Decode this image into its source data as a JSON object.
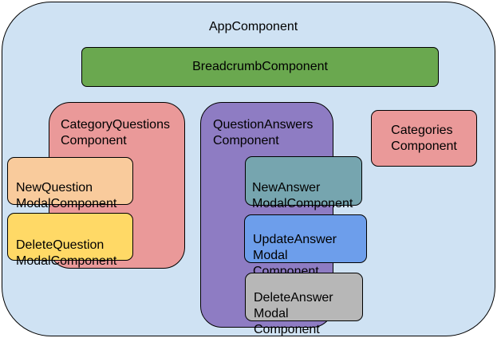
{
  "nodes": {
    "app": {
      "label": "AppComponent",
      "color": "#cfe2f3"
    },
    "breadcrumb": {
      "label": "BreadcrumbComponent",
      "color": "#6aa84f"
    },
    "category_questions": {
      "label": "CategoryQuestions\nComponent",
      "color": "#ea9999"
    },
    "new_question_modal": {
      "label": "NewQuestion\nModalComponent",
      "color": "#f9cb9c"
    },
    "delete_question_modal": {
      "label": "DeleteQuestion\nModalComponent",
      "color": "#ffd966"
    },
    "question_answers": {
      "label": "QuestionAnswers\nComponent",
      "color": "#8e7cc3"
    },
    "new_answer_modal": {
      "label": "NewAnswer\nModalComponent",
      "color": "#76a5af"
    },
    "update_answer_modal": {
      "label": "UpdateAnswer\nModal\nComponent",
      "color": "#6d9eeb"
    },
    "delete_answer_modal": {
      "label": "DeleteAnswer\nModal\nComponent",
      "color": "#b7b7b7"
    },
    "categories": {
      "label": "Categories\nComponent",
      "color": "#ea9999"
    }
  }
}
